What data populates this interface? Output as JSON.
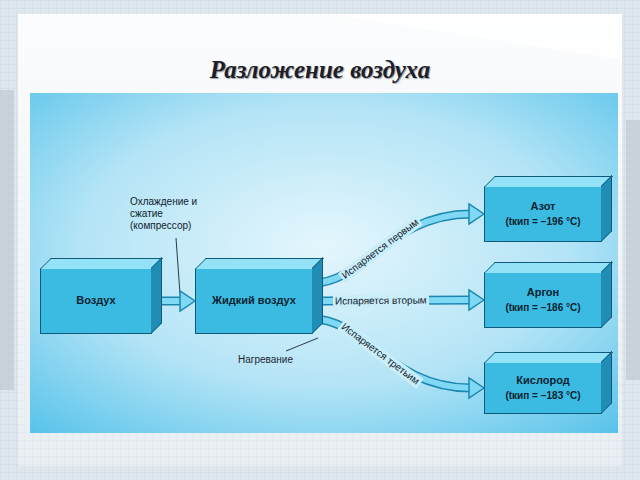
{
  "diagram": {
    "title": "Разложение воздуха",
    "nodes": [
      {
        "text": [
          "Воздух"
        ]
      },
      {
        "text": [
          "Жидкий воздух"
        ]
      },
      {
        "text": [
          "Азот",
          "(tкип = −196 °C)"
        ]
      },
      {
        "text": [
          "Аргон",
          "(tкип = −186 °C)"
        ]
      },
      {
        "text": [
          "Кислород",
          "(tкип = −183 °C)"
        ]
      }
    ],
    "edges": [
      {
        "from": 0,
        "to": 1,
        "arrow": "to",
        "label": "Охлаждение и сжатие (компрессор)"
      },
      {
        "from": 1,
        "to": 2,
        "arrow": "to",
        "label": "Испаряется первым"
      },
      {
        "from": 1,
        "to": 3,
        "arrow": "to",
        "label": "Испаряется вторым"
      },
      {
        "from": 1,
        "to": 4,
        "arrow": "to",
        "label": "Испаряется третьим"
      }
    ],
    "labels": [
      "Нагревание"
    ]
  }
}
